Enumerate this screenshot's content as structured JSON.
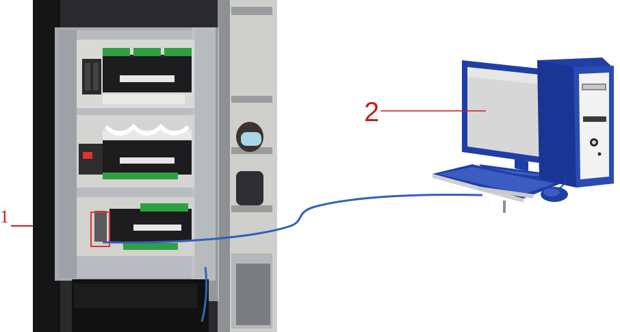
{
  "labels": {
    "cabinet": "1",
    "computer": "2"
  },
  "colors": {
    "label_red": "#cc1f1f",
    "cable_blue": "#2f5fc0",
    "computer_blue": "#1f3fa6",
    "cabinet_gray": "#a9adb1",
    "terminal_green": "#2ea043"
  },
  "icons": {
    "computer": "desktop-computer-icon",
    "cabinet": "control-cabinet-photo"
  }
}
